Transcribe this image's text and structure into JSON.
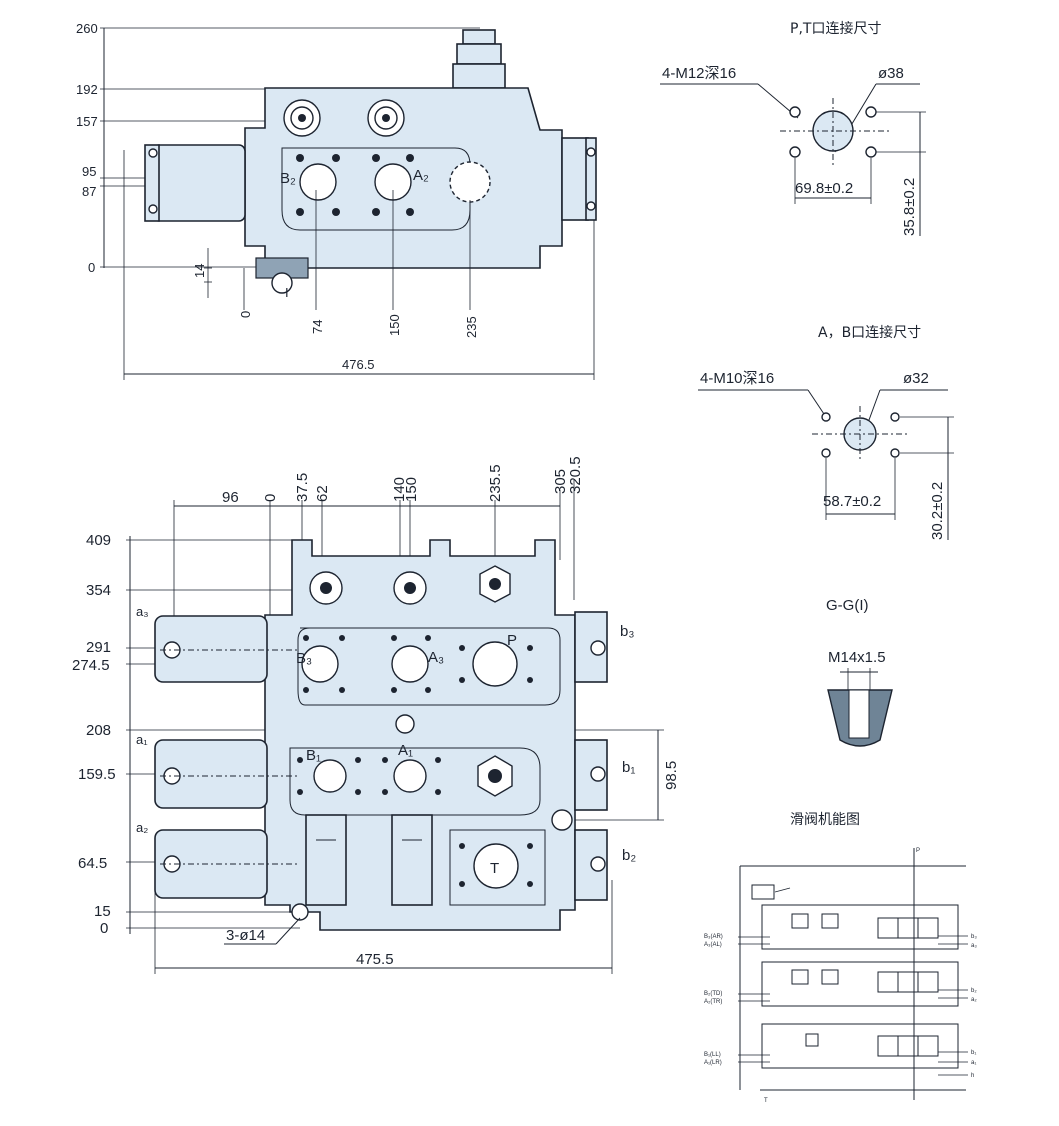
{
  "top_view": {
    "left_scale": [
      "260",
      "192",
      "157",
      "95",
      "87",
      "0"
    ],
    "labels": {
      "b2": "B₂",
      "a2": "A₂",
      "port_i": "I"
    },
    "bottom_dims": [
      "0",
      "74",
      "150",
      "235"
    ],
    "small_dim": "14",
    "width": "476.5"
  },
  "pt_port": {
    "title": "P,T口连接尺寸",
    "thread": "4-M12深16",
    "diameter": "ø38",
    "horizontal": "69.8±0.2",
    "vertical": "35.8±0.2"
  },
  "ab_port": {
    "title": "A，B口连接尺寸",
    "thread": "4-M10深16",
    "diameter": "ø32",
    "horizontal": "58.7±0.2",
    "vertical": "30.2±0.2"
  },
  "section_gg": {
    "title": "G-G(I)",
    "thread": "M14x1.5"
  },
  "front_view": {
    "top_dims": [
      "96",
      "0",
      "37.5",
      "62",
      "140",
      "150",
      "235.5",
      "305",
      "320.5"
    ],
    "left_scale": [
      "409",
      "354",
      "291",
      "274.5",
      "208",
      "159.5",
      "64.5",
      "15",
      "0"
    ],
    "section_labels": {
      "a3": "a₃",
      "a1": "a₁",
      "a2": "a₂"
    },
    "port_labels": {
      "b3": "B₃",
      "a3": "A₃",
      "p": "P",
      "b1": "B₁",
      "a1": "A₁",
      "t": "T"
    },
    "side_labels": {
      "b3": "b₃",
      "b1": "b₁",
      "b2": "b₂"
    },
    "right_dim": "98.5",
    "holes": "3-ø14",
    "width": "475.5"
  },
  "schematic": {
    "title": "滑阀机能图",
    "p_label": "P",
    "t_label": "T",
    "left_labels": [
      "B₃(AR)",
      "A₃(AL)",
      "B₂(TD)",
      "A₂(TR)",
      "B₁(LL)",
      "A₁(LR)"
    ],
    "right_labels": [
      "b₃",
      "a₃",
      "b₂",
      "a₂",
      "b₁",
      "a₁",
      "h"
    ]
  }
}
